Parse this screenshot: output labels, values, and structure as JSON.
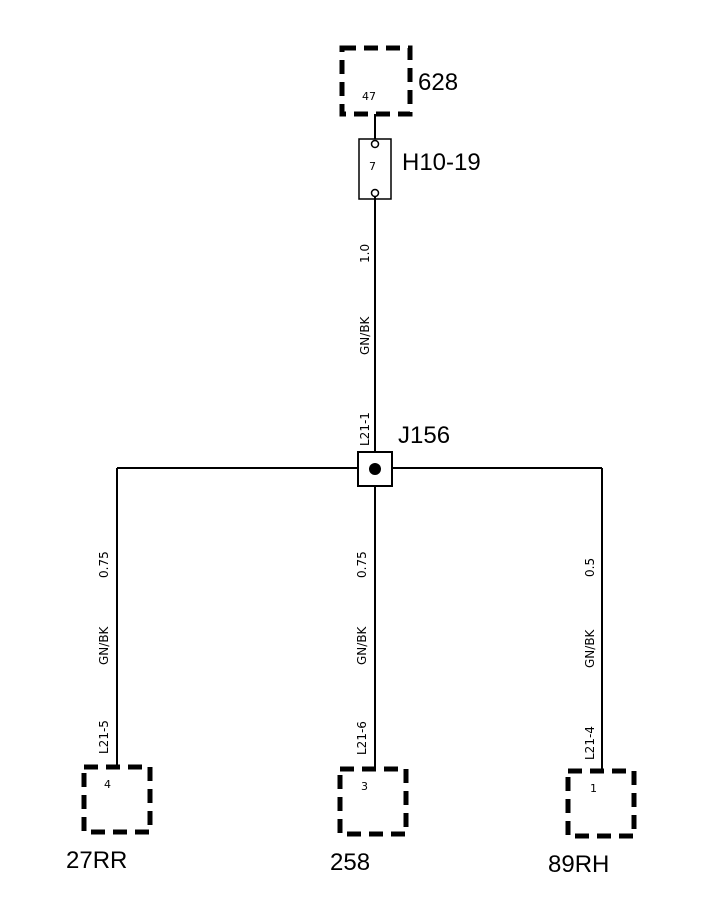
{
  "top_connector": {
    "name": "628",
    "pin": "47"
  },
  "inline_connector": {
    "name": "H10-19",
    "pin": "7"
  },
  "top_wire": {
    "size": "1.0",
    "color": "GN/BK",
    "circuit": "L21-1"
  },
  "splice": {
    "name": "J156"
  },
  "branches": {
    "left": {
      "size": "0.75",
      "color": "GN/BK",
      "circuit": "L21-5",
      "pin": "4",
      "name": "27RR"
    },
    "middle": {
      "size": "0.75",
      "color": "GN/BK",
      "circuit": "L21-6",
      "pin": "3",
      "name": "258"
    },
    "right": {
      "size": "0.5",
      "color": "GN/BK",
      "circuit": "L21-4",
      "pin": "1",
      "name": "89RH"
    }
  }
}
